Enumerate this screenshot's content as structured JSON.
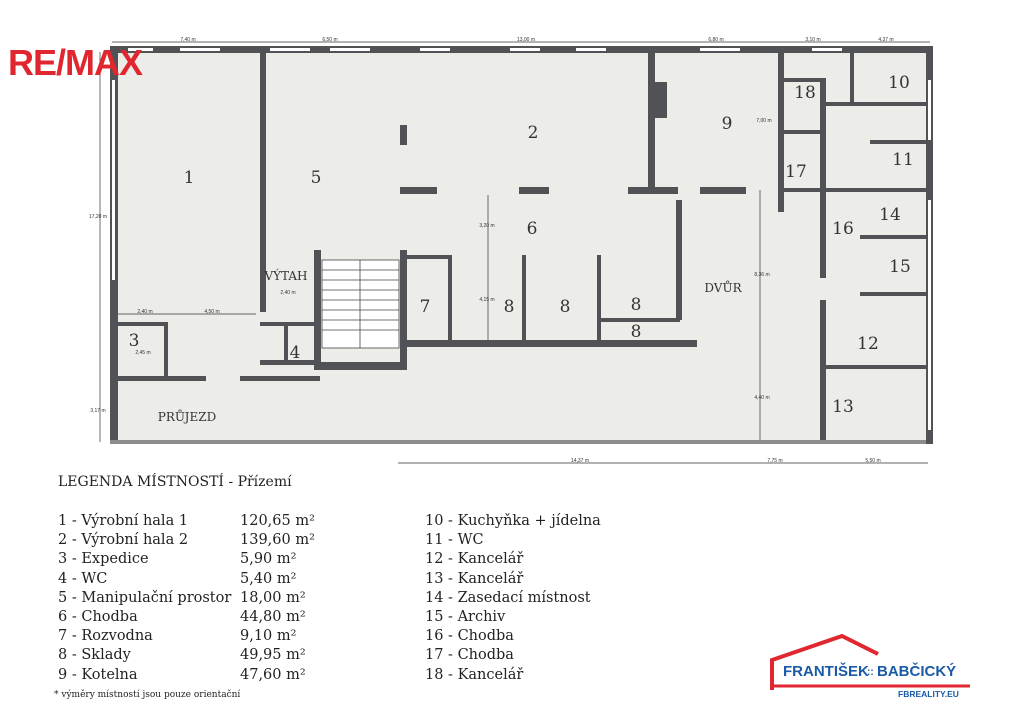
{
  "logo_remax": "RE/MAX",
  "logo_fb": {
    "name": "FRANTIŠEK",
    "sep": "::",
    "name2": "BABČICKÝ",
    "url": "FBREALITY.EU"
  },
  "dimensions": {
    "top": [
      "7,40 m",
      "6,50 m",
      "13,00 m",
      "6,80 m",
      "3,10 m",
      "4,37 m"
    ],
    "bottom": [
      "14,37 m",
      "7,75 m",
      "5,50 m"
    ],
    "left": [
      "17,20 m",
      "3,17 m"
    ],
    "inner": [
      "2,40 m",
      "4,50 m",
      "2,45 m",
      "2,40 m",
      "3,20 m",
      "4,15 m",
      "7,00 m",
      "8,36 m",
      "4,40 m"
    ]
  },
  "rooms": {
    "r1": "1",
    "r2": "2",
    "r3": "3",
    "r4": "4",
    "r5": "5",
    "r6": "6",
    "r7": "7",
    "r8": "8",
    "r9": "9",
    "r10": "10",
    "r11": "11",
    "r12": "12",
    "r13": "13",
    "r14": "14",
    "r15": "15",
    "r16": "16",
    "r17": "17",
    "r18": "18",
    "vytah": "VÝTAH",
    "prujezd": "PRŮJEZD",
    "dvur": "DVŮR"
  },
  "legend": {
    "title": "LEGENDA MÍSTNOSTÍ - Přízemí",
    "left": [
      {
        "name": "1 - Výrobní hala 1",
        "area": "120,65 m²"
      },
      {
        "name": "2 - Výrobní hala 2",
        "area": "139,60 m²"
      },
      {
        "name": "3 - Expedice",
        "area": "5,90 m²"
      },
      {
        "name": "4 - WC",
        "area": "5,40 m²"
      },
      {
        "name": "5 - Manipulační prostor",
        "area": "18,00 m²"
      },
      {
        "name": "6 - Chodba",
        "area": "44,80 m²"
      },
      {
        "name": "7 - Rozvodna",
        "area": "9,10 m²"
      },
      {
        "name": "8 - Sklady",
        "area": "49,95 m²"
      },
      {
        "name": "9 - Kotelna",
        "area": "47,60 m²"
      }
    ],
    "right": [
      "10 - Kuchyňka + jídelna",
      "11 - WC",
      "12 - Kancelář",
      "13 - Kancelář",
      "14 - Zasedací místnost",
      "15 - Archiv",
      "16 - Chodba",
      "17 - Chodba",
      "18 - Kancelář"
    ],
    "note": "* výměry místností jsou pouze orientační"
  }
}
